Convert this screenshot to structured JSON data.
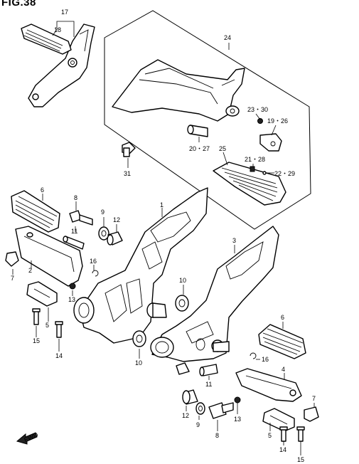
{
  "figure": {
    "title": "FIG.38",
    "fwd_label": "FWD"
  },
  "callouts": [
    {
      "id": "c17",
      "text": "17"
    },
    {
      "id": "c18",
      "text": "18"
    },
    {
      "id": "c24",
      "text": "24"
    },
    {
      "id": "c23_30",
      "text": "23・30"
    },
    {
      "id": "c19_26",
      "text": "19・26"
    },
    {
      "id": "c20_27",
      "text": "20・27"
    },
    {
      "id": "c25",
      "text": "25"
    },
    {
      "id": "c21_28",
      "text": "21・28"
    },
    {
      "id": "c22_29",
      "text": "22・29"
    },
    {
      "id": "c31",
      "text": "31"
    },
    {
      "id": "c6a",
      "text": "6"
    },
    {
      "id": "c8a",
      "text": "8"
    },
    {
      "id": "c9a",
      "text": "9"
    },
    {
      "id": "c12a",
      "text": "12"
    },
    {
      "id": "c1",
      "text": "1"
    },
    {
      "id": "c11a",
      "text": "11"
    },
    {
      "id": "c2",
      "text": "2"
    },
    {
      "id": "c16a",
      "text": "16"
    },
    {
      "id": "c7a",
      "text": "7"
    },
    {
      "id": "c13a",
      "text": "13"
    },
    {
      "id": "c5a",
      "text": "5"
    },
    {
      "id": "c15a",
      "text": "15"
    },
    {
      "id": "c14a",
      "text": "14"
    },
    {
      "id": "c3",
      "text": "3"
    },
    {
      "id": "c10a",
      "text": "10"
    },
    {
      "id": "c6b",
      "text": "6"
    },
    {
      "id": "c10b",
      "text": "10"
    },
    {
      "id": "c16b",
      "text": "16"
    },
    {
      "id": "c4",
      "text": "4"
    },
    {
      "id": "c11b",
      "text": "11"
    },
    {
      "id": "c7b",
      "text": "7"
    },
    {
      "id": "c12b",
      "text": "12"
    },
    {
      "id": "c13b",
      "text": "13"
    },
    {
      "id": "c9b",
      "text": "9"
    },
    {
      "id": "c8b",
      "text": "8"
    },
    {
      "id": "c5b",
      "text": "5"
    },
    {
      "id": "c14b",
      "text": "14"
    },
    {
      "id": "c15b",
      "text": "15"
    }
  ]
}
